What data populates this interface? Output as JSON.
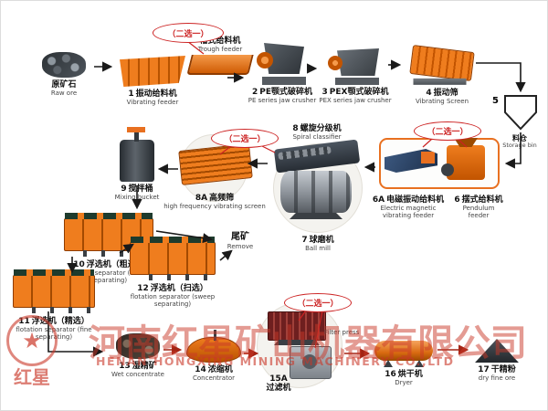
{
  "choice": "（二选一）",
  "watermark": {
    "zh": "河南红星矿山机器有限公司",
    "en": "HENAN HONGXING MINING MACHINERY CO.,LTD",
    "logo_star": "★",
    "logo_text": "红星"
  },
  "nodes": {
    "raw_ore": {
      "zh": "原矿石",
      "en": "Raw ore"
    },
    "trough_feeder": {
      "zh": "槽式给料机",
      "en": "Trough feeder"
    },
    "vibrating_feeder": {
      "num": "1",
      "zh": "振动给料机",
      "en": "Vibrating feeder"
    },
    "pe_jaw_crusher": {
      "num": "2",
      "zh": "PE颚式破碎机",
      "en": "PE series jaw crusher"
    },
    "pex_jaw_crusher": {
      "num": "3",
      "zh": "PEX颚式破碎机",
      "en": "PEX series jaw crusher"
    },
    "vibrating_screen": {
      "num": "4",
      "zh": "振动筛",
      "en": "Vibrating Screen"
    },
    "storage_bin": {
      "num": "5",
      "zh": "料仓",
      "en": "Storage bin"
    },
    "em_vibrating_feeder": {
      "num": "6A",
      "zh": "电磁振动给料机",
      "en": "Electric magnetic vibrating feeder"
    },
    "pendulum_feeder": {
      "num": "6",
      "zh": "摆式给料机",
      "en": "Pendulum feeder"
    },
    "ball_mill": {
      "num": "7",
      "zh": "球磨机",
      "en": "Ball mill"
    },
    "spiral_classifier": {
      "num": "8",
      "zh": "螺旋分级机",
      "en": "Spiral classifier"
    },
    "high_freq_screen": {
      "num": "8A",
      "zh": "高频筛",
      "en": "high frequency vibrating screen"
    },
    "mixing_bucket": {
      "num": "9",
      "zh": "搅拌桶",
      "en": "Mixing bucket"
    },
    "flotation_coarse": {
      "num": "10",
      "zh": "浮选机（粗选）",
      "en": "flotation separator (coarse separating)"
    },
    "flotation_sweep": {
      "num": "12",
      "zh": "浮选机（扫选）",
      "en": "flotation separator (sweep separating)"
    },
    "flotation_fine": {
      "num": "11",
      "zh": "浮选机（精选）",
      "en": "flotation separator (fine separating)"
    },
    "tailings": {
      "zh": "尾矿",
      "en": "Remove"
    },
    "wet_concentrate": {
      "num": "13",
      "zh": "湿精矿",
      "en": "Wet concentrate"
    },
    "concentrator": {
      "num": "14",
      "zh": "浓缩机",
      "en": "Concentrator"
    },
    "filter_press": {
      "en": "Filter press"
    },
    "filter": {
      "num": "15A",
      "zh": "过滤机"
    },
    "dryer": {
      "num": "16",
      "zh": "烘干机",
      "en": "Dryer"
    },
    "dry_fine_ore": {
      "num": "17",
      "zh": "干精粉",
      "en": "dry fine ore"
    }
  }
}
